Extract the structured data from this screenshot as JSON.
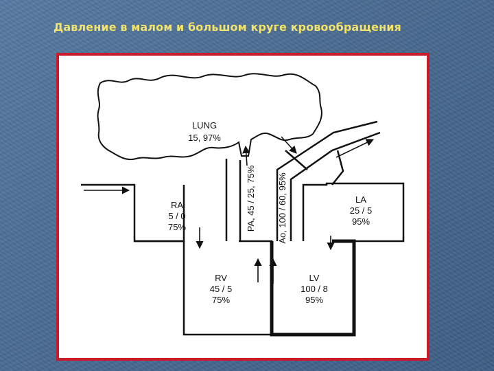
{
  "slide": {
    "title": "Давление в малом и большом круге кровообращения",
    "accent_color": "#c91b2a",
    "title_color": "#f2e36a",
    "background_color": "#4d6f96"
  },
  "diagram": {
    "lung": {
      "name": "LUNG",
      "values": "15, 97%"
    },
    "ra": {
      "name": "RA",
      "pressure": "5 / 0",
      "saturation": "75%"
    },
    "rv": {
      "name": "RV",
      "pressure": "45 / 5",
      "saturation": "75%"
    },
    "la": {
      "name": "LA",
      "pressure": "25 / 5",
      "saturation": "95%"
    },
    "lv": {
      "name": "LV",
      "pressure": "100 / 8",
      "saturation": "95%"
    },
    "pa": {
      "label": "PA, 45 / 25, 75%"
    },
    "ao": {
      "label": "Ao, 100 / 60, 95%"
    }
  }
}
